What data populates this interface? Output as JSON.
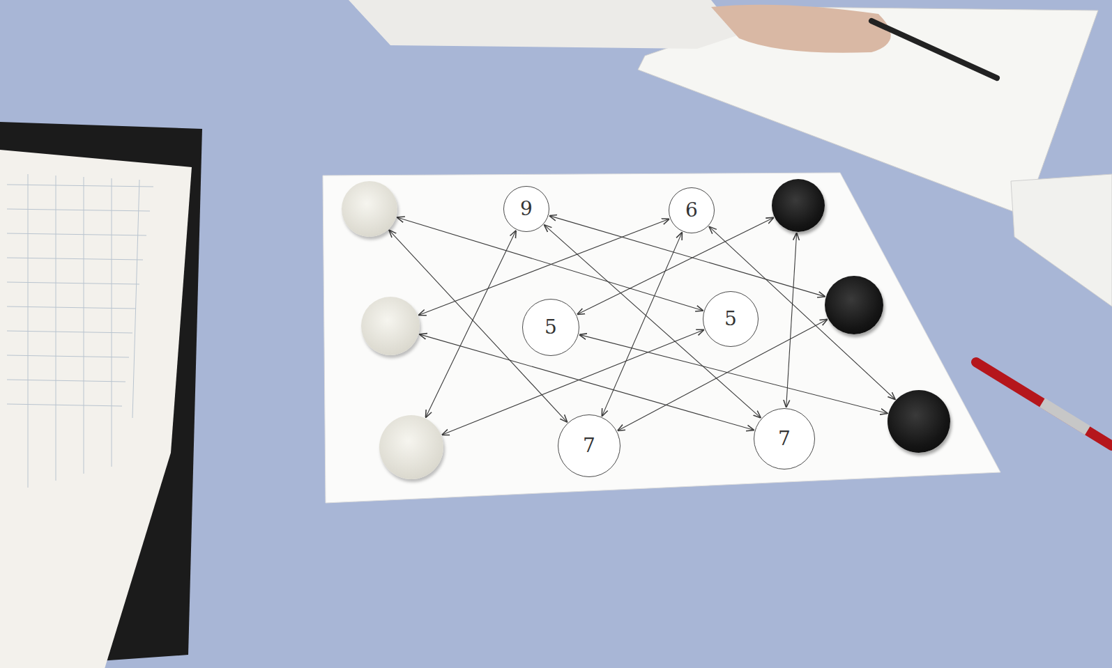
{
  "diagram": {
    "nodes": [
      {
        "text": []
      },
      {
        "text": [
          "9"
        ]
      },
      {
        "text": [
          "6"
        ]
      },
      {
        "text": []
      },
      {
        "text": []
      },
      {
        "text": [
          "5"
        ]
      },
      {
        "text": [
          "5"
        ]
      },
      {
        "text": []
      },
      {
        "text": []
      },
      {
        "text": [
          "7"
        ]
      },
      {
        "text": [
          "7"
        ]
      },
      {
        "text": []
      }
    ],
    "edges": [
      {
        "from": 0,
        "to": 6,
        "arrow": "both"
      },
      {
        "from": 0,
        "to": 9,
        "arrow": "both"
      },
      {
        "from": 1,
        "to": 7,
        "arrow": "both"
      },
      {
        "from": 1,
        "to": 8,
        "arrow": "both"
      },
      {
        "from": 1,
        "to": 10,
        "arrow": "both"
      },
      {
        "from": 2,
        "to": 4,
        "arrow": "both"
      },
      {
        "from": 2,
        "to": 9,
        "arrow": "both"
      },
      {
        "from": 2,
        "to": 11,
        "arrow": "both"
      },
      {
        "from": 3,
        "to": 5,
        "arrow": "both"
      },
      {
        "from": 3,
        "to": 10,
        "arrow": "both"
      },
      {
        "from": 4,
        "to": 10,
        "arrow": "both"
      },
      {
        "from": 5,
        "to": 11,
        "arrow": "both"
      },
      {
        "from": 6,
        "to": 8,
        "arrow": "both"
      },
      {
        "from": 7,
        "to": 9,
        "arrow": "both"
      }
    ]
  }
}
